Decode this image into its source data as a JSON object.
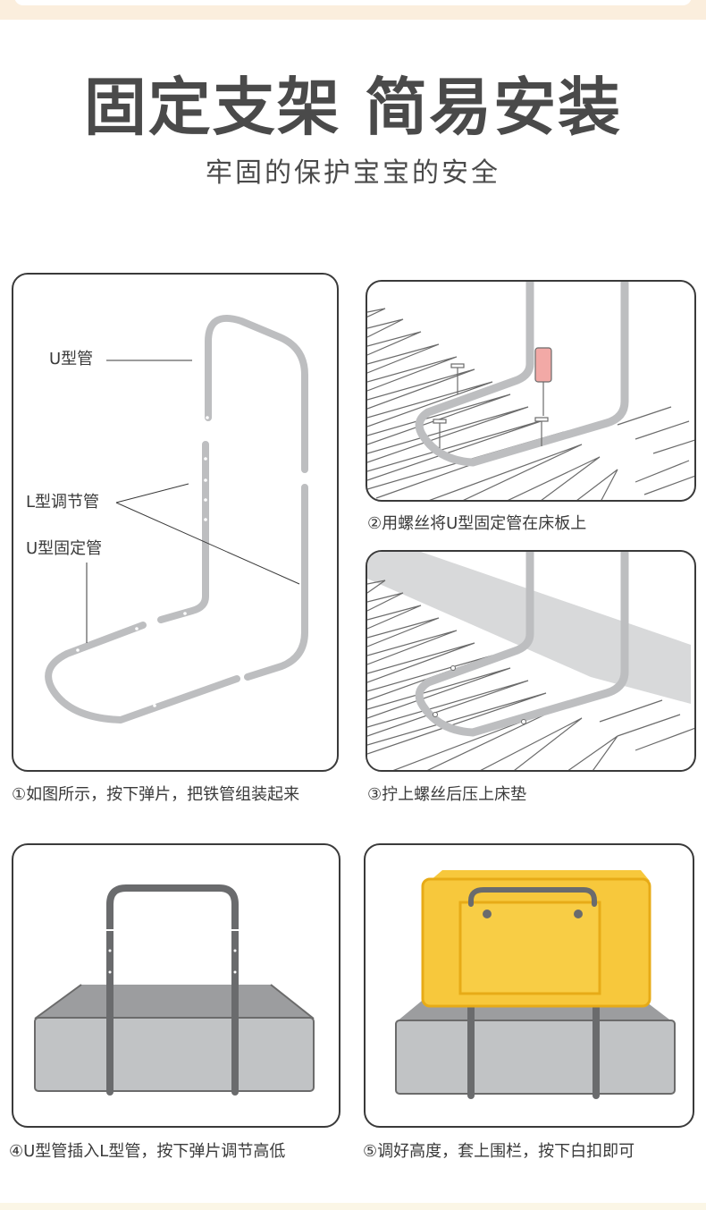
{
  "header": {
    "title": "固定支架 简易安装",
    "subtitle": "牢固的保护宝宝的安全"
  },
  "step1": {
    "label_u_tube": "U型管",
    "label_l_tube": "L型调节管",
    "label_u_fixed": "U型固定管",
    "caption": "①如图所示，按下弹片，把铁管组装起来"
  },
  "step2": {
    "caption": "②用螺丝将U型固定管在床板上"
  },
  "step3": {
    "caption": "③拧上螺丝后压上床垫"
  },
  "step4": {
    "caption": "④U型管插入L型管，按下弹片调节高低"
  },
  "step5": {
    "caption": "⑤调好高度，套上围栏，按下白扣即可"
  },
  "colors": {
    "tube": "#bdbec0",
    "tube_dark": "#6a6b6d",
    "mattress": "#c1c3c5",
    "fence": "#f7c83c",
    "screwdriver": "#f2a9a6"
  }
}
